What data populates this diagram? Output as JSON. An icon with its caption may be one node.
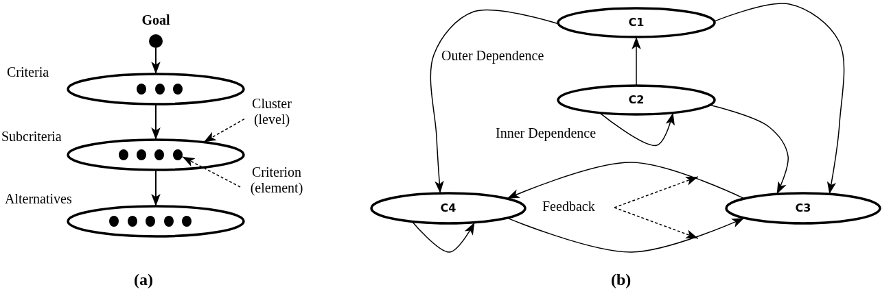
{
  "diagram": {
    "nodes": [
      {
        "text": [
          "Goal"
        ]
      },
      {
        "text": [
          "Criteria"
        ]
      },
      {
        "text": [],
        "shape": "circle",
        "in": 1
      },
      {
        "text": [],
        "shape": "circle",
        "in": 1
      },
      {
        "text": [],
        "shape": "circle",
        "in": 1
      },
      {
        "text": [
          "Subcriteria"
        ]
      },
      {
        "text": [],
        "shape": "circle",
        "in": 5
      },
      {
        "text": [],
        "shape": "circle",
        "in": 5
      },
      {
        "text": [],
        "shape": "circle",
        "in": 5
      },
      {
        "text": [],
        "shape": "circle",
        "in": 5
      },
      {
        "text": [
          "Alternatives"
        ]
      },
      {
        "text": [],
        "shape": "circle",
        "in": 10
      },
      {
        "text": [],
        "shape": "circle",
        "in": 10
      },
      {
        "text": [],
        "shape": "circle",
        "in": 10
      },
      {
        "text": [],
        "shape": "circle",
        "in": 10
      },
      {
        "text": [],
        "shape": "circle",
        "in": 10
      },
      {
        "text": [
          "Cluster (level)"
        ]
      },
      {
        "text": [
          "Criterion (element)"
        ]
      },
      {
        "text": [
          "C1"
        ]
      },
      {
        "text": [
          "C2"
        ]
      },
      {
        "text": [
          "C4"
        ]
      },
      {
        "text": [
          "C3"
        ]
      },
      {
        "text": [
          "Feedback"
        ]
      }
    ],
    "edges": [
      {
        "from": 0,
        "to": 1,
        "arrow": "to"
      },
      {
        "from": 1,
        "to": 5,
        "arrow": "to"
      },
      {
        "from": 5,
        "to": 10,
        "arrow": "to"
      },
      {
        "from": 16,
        "to": 5,
        "arrow": "to",
        "style": "dashed"
      },
      {
        "from": 17,
        "to": 9,
        "arrow": "to",
        "style": "dashed"
      },
      {
        "from": 19,
        "to": 18,
        "arrow": "to"
      },
      {
        "from": 18,
        "to": 20,
        "arrow": "to"
      },
      {
        "from": 18,
        "to": 21,
        "arrow": "to"
      },
      {
        "from": 19,
        "to": 21,
        "arrow": "to"
      },
      {
        "from": 19,
        "to": 19,
        "arrow": "to"
      },
      {
        "from": 21,
        "to": 20,
        "arrow": "to"
      },
      {
        "from": 20,
        "to": 21,
        "arrow": "to"
      },
      {
        "from": 20,
        "to": 20,
        "arrow": "to"
      },
      {
        "from": 22,
        "to": null,
        "arrow": "to",
        "style": "dashed"
      },
      {
        "from": 22,
        "to": null,
        "arrow": "to",
        "style": "dashed"
      }
    ],
    "labels": [
      "Outer Dependence",
      "Inner Dependence",
      "(a)",
      "(b)"
    ]
  }
}
